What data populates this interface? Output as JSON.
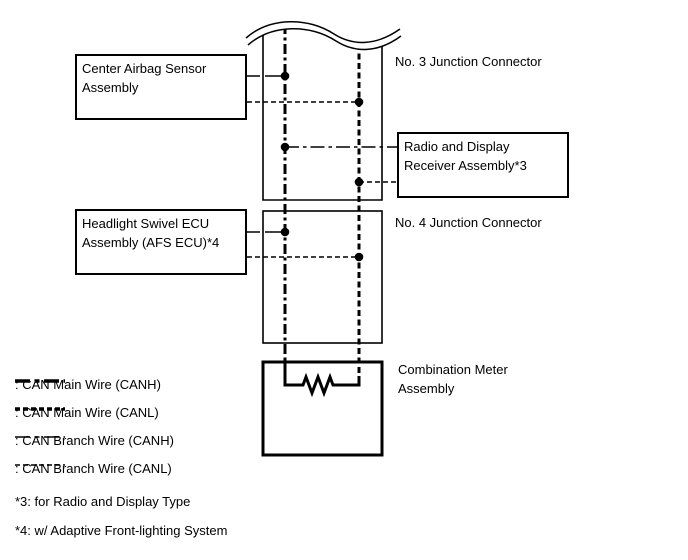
{
  "colors": {
    "ink": "#000000",
    "background": "#ffffff"
  },
  "nodes": {
    "center_airbag": {
      "line1": "Center Airbag Sensor",
      "line2": "Assembly"
    },
    "radio_receiver": {
      "line1": "Radio and Display",
      "line2": "Receiver Assembly*3"
    },
    "headlight_swivel": {
      "line1": "Headlight Swivel ECU",
      "line2": "Assembly (AFS ECU)*4"
    },
    "junction_3": {
      "label": "No. 3 Junction Connector"
    },
    "junction_4": {
      "label": "No. 4 Junction Connector"
    },
    "combination_meter": {
      "line1": "Combination Meter",
      "line2": "Assembly"
    }
  },
  "legend": {
    "items": [
      {
        "label": ": CAN Main Wire (CANH)",
        "wire": "main-canh"
      },
      {
        "label": ": CAN Main Wire (CANL)",
        "wire": "main-canl"
      },
      {
        "label": ": CAN Branch Wire (CANH)",
        "wire": "branch-canh"
      },
      {
        "label": ": CAN Branch Wire (CANL)",
        "wire": "branch-canl"
      }
    ]
  },
  "footnotes": {
    "note3": "*3: for Radio and Display Type",
    "note4": "*4: w/ Adaptive Front-lighting System"
  }
}
